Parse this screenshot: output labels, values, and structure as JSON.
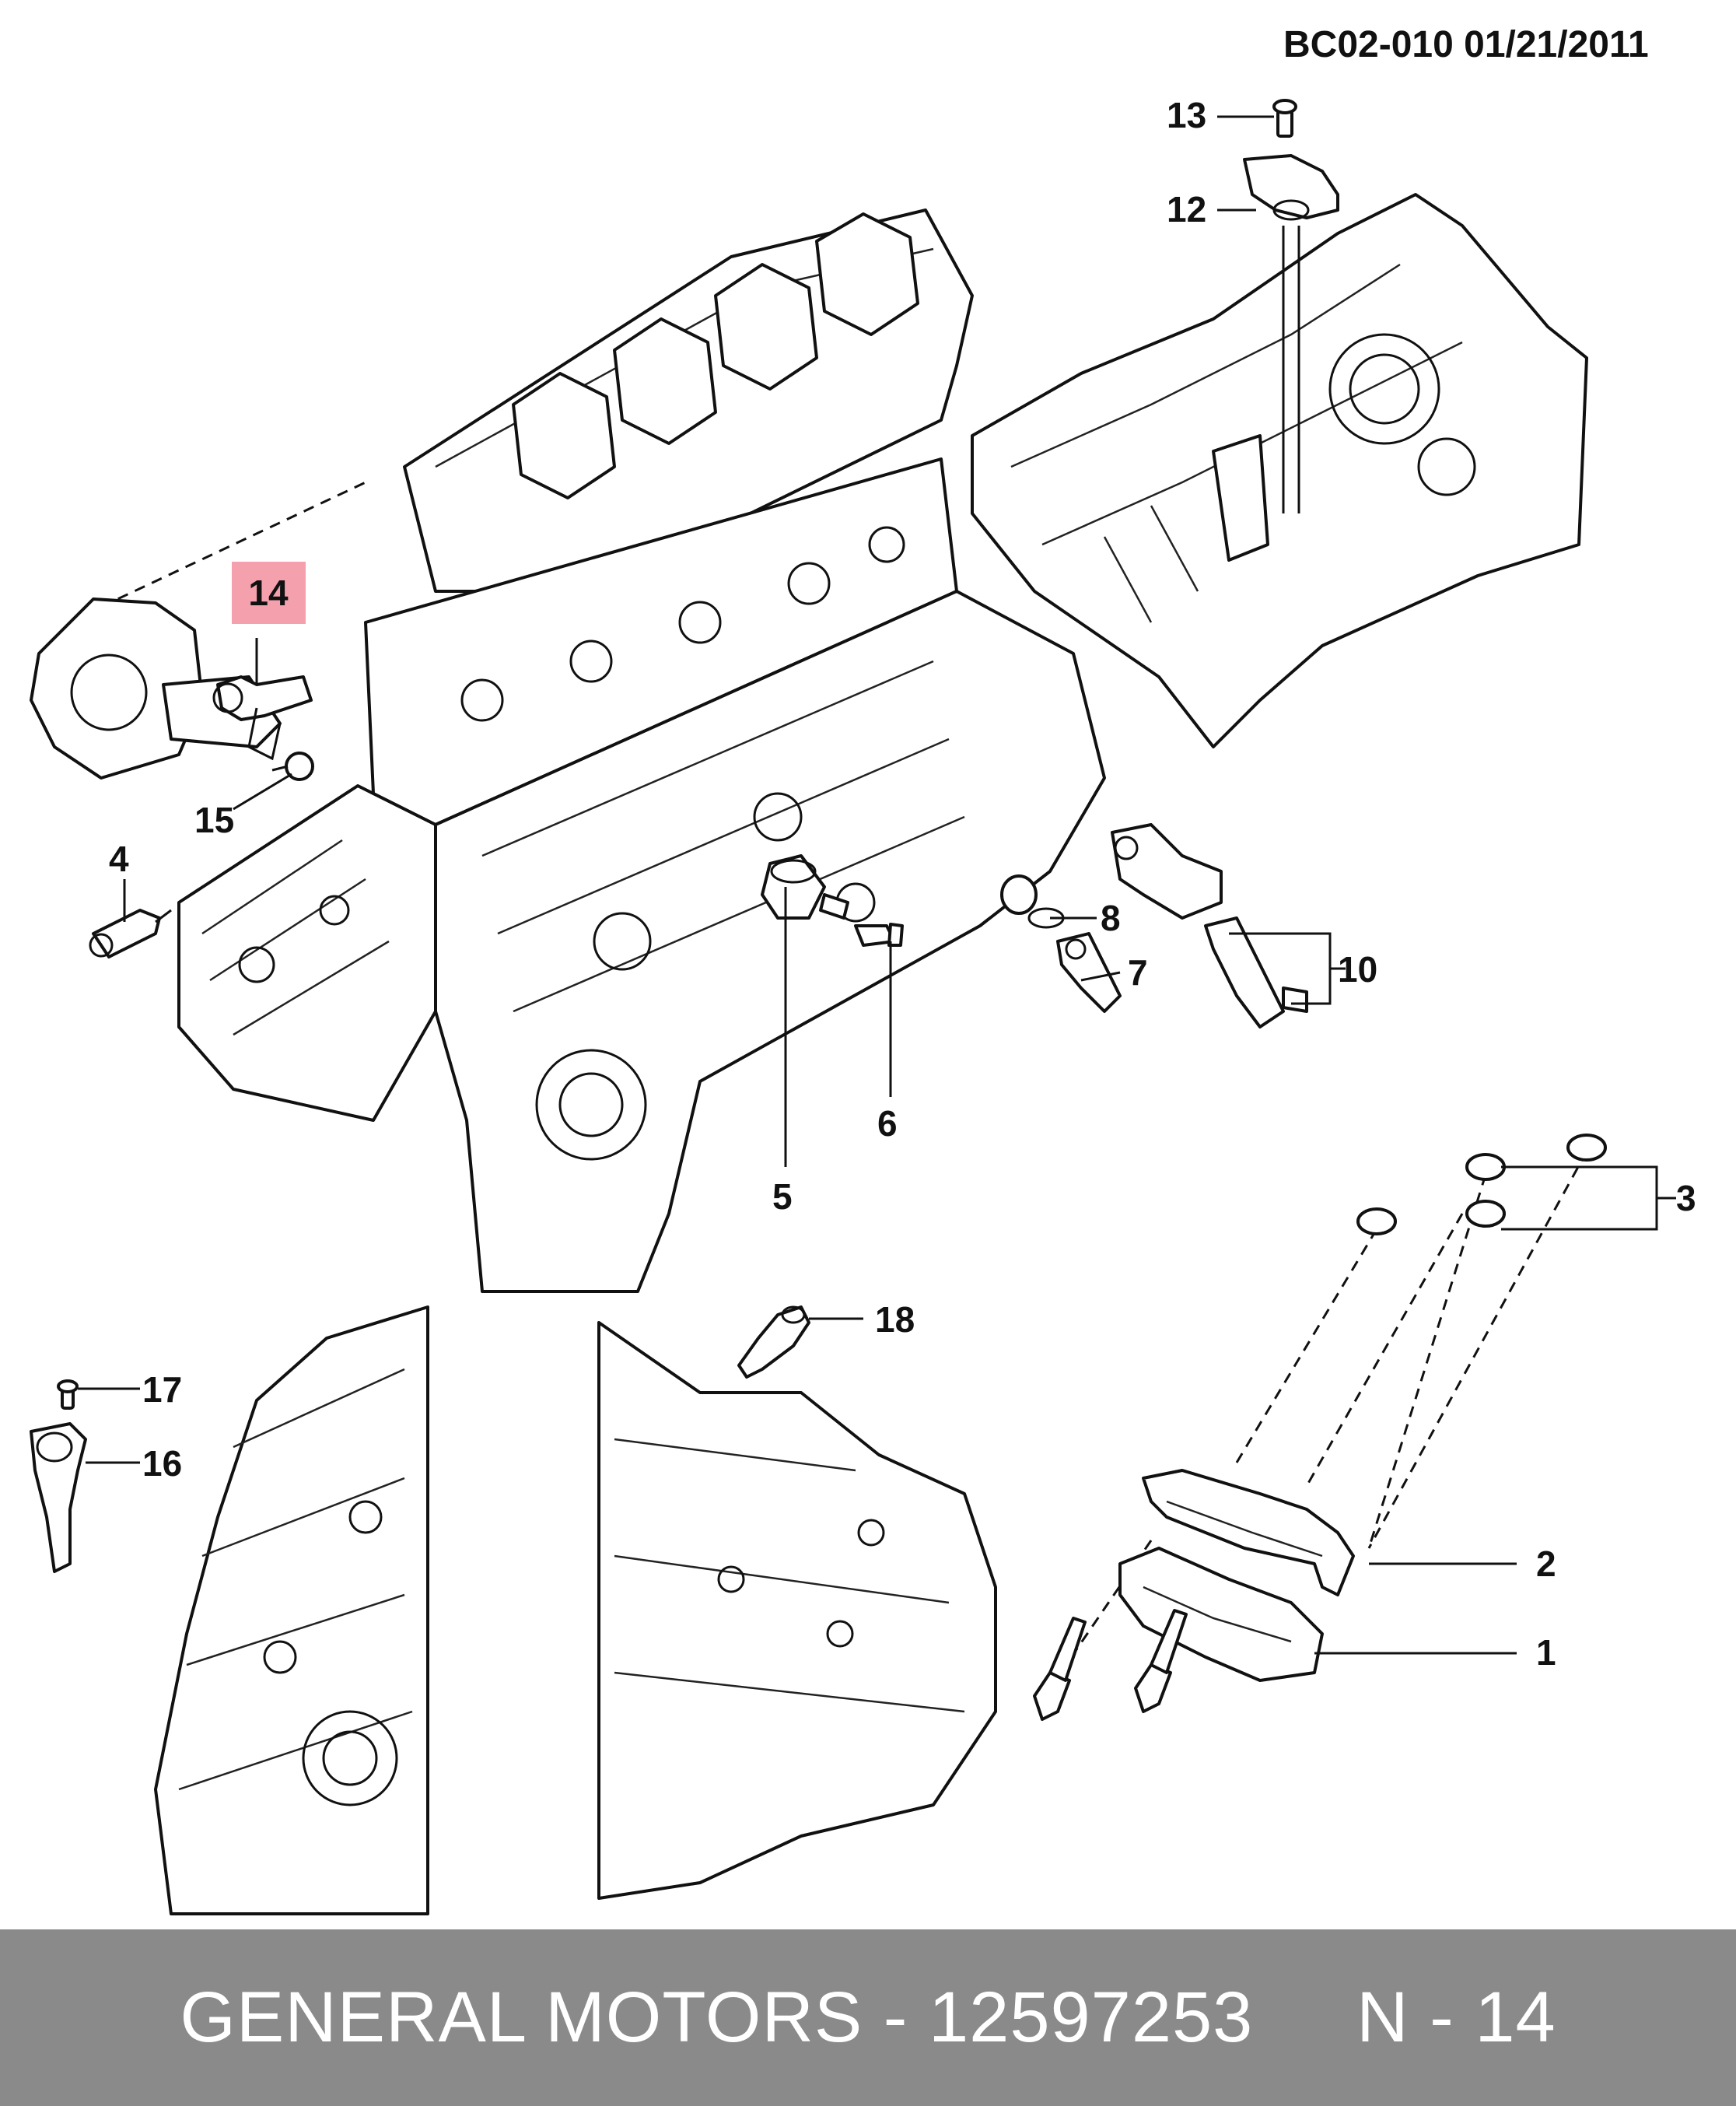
{
  "header": {
    "code": "BC02-010  01/21/2011"
  },
  "highlight_color": "#f4a1ad",
  "callouts": {
    "c1": "1",
    "c2": "2",
    "c3": "3",
    "c4": "4",
    "c5": "5",
    "c6": "6",
    "c7": "7",
    "c8": "8",
    "c10": "10",
    "c12": "12",
    "c13": "13",
    "c14": "14",
    "c15": "15",
    "c16": "16",
    "c17": "17",
    "c18": "18"
  },
  "footer": {
    "brand": "GENERAL MOTORS",
    "separator": " - ",
    "part_number": "12597253",
    "position": "N - 14"
  }
}
